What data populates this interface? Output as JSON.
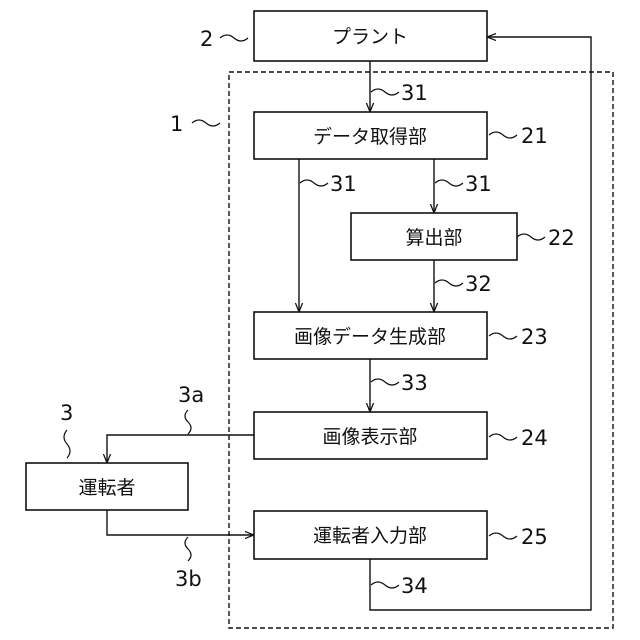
{
  "boxes": {
    "plant": "プラント",
    "data_acquisition": "データ取得部",
    "calculation": "算出部",
    "image_data_generation": "画像データ生成部",
    "image_display": "画像表示部",
    "operator": "運転者",
    "operator_input": "運転者入力部"
  },
  "refs": {
    "plant": "2",
    "device": "1",
    "operator": "3",
    "data_acquisition": "21",
    "calculation": "22",
    "image_data_generation": "23",
    "image_display": "24",
    "operator_input": "25",
    "flow_plant_to_acq": "31",
    "flow_acq_to_gen": "31",
    "flow_acq_to_calc": "31",
    "flow_calc_to_gen": "32",
    "flow_gen_to_display": "33",
    "flow_input_to_plant": "34",
    "flow_display_to_operator": "3a",
    "flow_operator_to_input": "3b"
  }
}
